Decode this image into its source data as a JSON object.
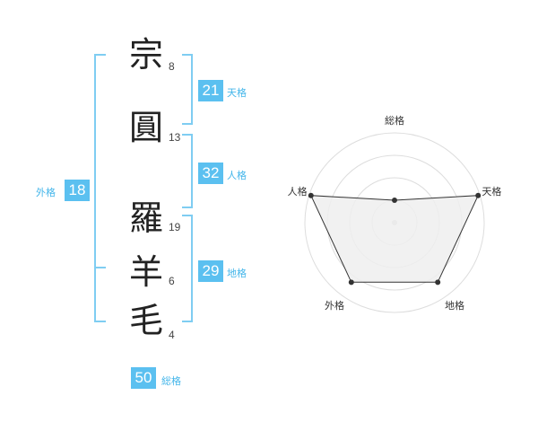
{
  "name_chars": [
    {
      "char": "宗",
      "strokes": "8"
    },
    {
      "char": "圓",
      "strokes": "13"
    },
    {
      "char": "羅",
      "strokes": "19"
    },
    {
      "char": "羊",
      "strokes": "6"
    },
    {
      "char": "毛",
      "strokes": "4"
    }
  ],
  "kakusu": {
    "tenkaku": {
      "value": "21",
      "label": "天格"
    },
    "jinkaku": {
      "value": "32",
      "label": "人格"
    },
    "chikaku": {
      "value": "29",
      "label": "地格"
    },
    "gaikaku": {
      "value": "18",
      "label": "外格"
    },
    "soukaku": {
      "value": "50",
      "label": "総格"
    }
  },
  "colors": {
    "accent": "#5bc0f0",
    "bracket": "#7fcdf2",
    "radar_fill": "#eeeeee",
    "radar_line": "#333333",
    "grid": "#dddddd"
  },
  "chart_data": {
    "type": "radar",
    "axes": [
      "総格",
      "天格",
      "地格",
      "外格",
      "人格"
    ],
    "values": [
      0.25,
      0.98,
      0.82,
      0.82,
      0.98
    ],
    "rings": 4,
    "grid": true
  }
}
